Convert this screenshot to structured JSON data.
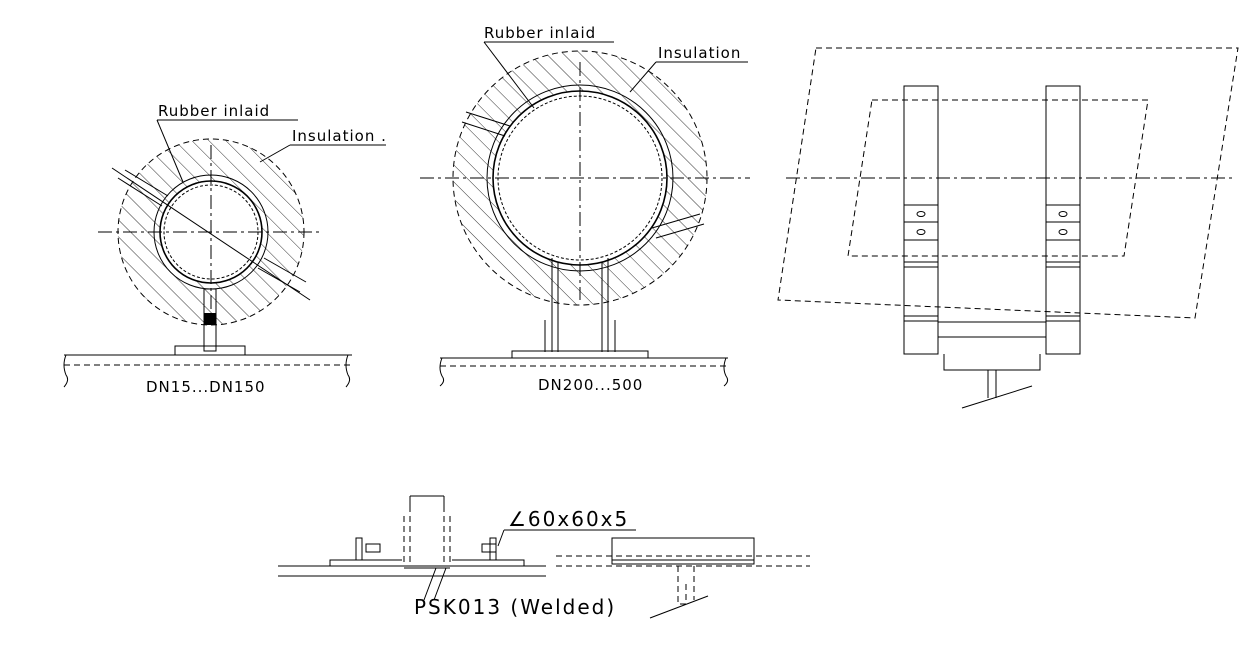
{
  "labels": {
    "rubber_small": "Rubber inlaid",
    "insulation_small": "Insulation .",
    "rubber_large": "Rubber inlaid",
    "insulation_large": "Insulation",
    "caption_small": "DN15...DN150",
    "caption_large": "DN200...500",
    "angle_profile": "∠60x60x5",
    "caption_welded": "PSK013 (Welded)"
  }
}
